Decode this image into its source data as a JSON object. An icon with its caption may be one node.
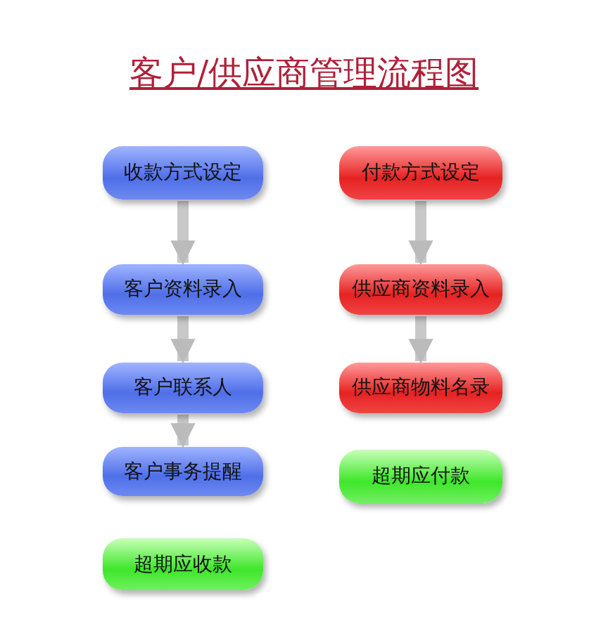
{
  "diagram": {
    "title": "客户/供应商管理流程图",
    "nodes": [
      {
        "text": [
          "收款方式设定"
        ]
      },
      {
        "text": [
          "客户资料录入"
        ]
      },
      {
        "text": [
          "客户联系人"
        ]
      },
      {
        "text": [
          "客户事务提醒"
        ]
      },
      {
        "text": [
          "超期应收款"
        ]
      },
      {
        "text": [
          "付款方式设定"
        ]
      },
      {
        "text": [
          "供应商资料录入"
        ]
      },
      {
        "text": [
          "供应商物料名录"
        ]
      },
      {
        "text": [
          "超期应付款"
        ]
      }
    ],
    "edges": [
      {
        "from": 0,
        "to": 1,
        "arrow": "to"
      },
      {
        "from": 1,
        "to": 2,
        "arrow": "to"
      },
      {
        "from": 2,
        "to": 3,
        "arrow": "to"
      },
      {
        "from": 5,
        "to": 6,
        "arrow": "to"
      },
      {
        "from": 6,
        "to": 7,
        "arrow": "to"
      }
    ]
  }
}
